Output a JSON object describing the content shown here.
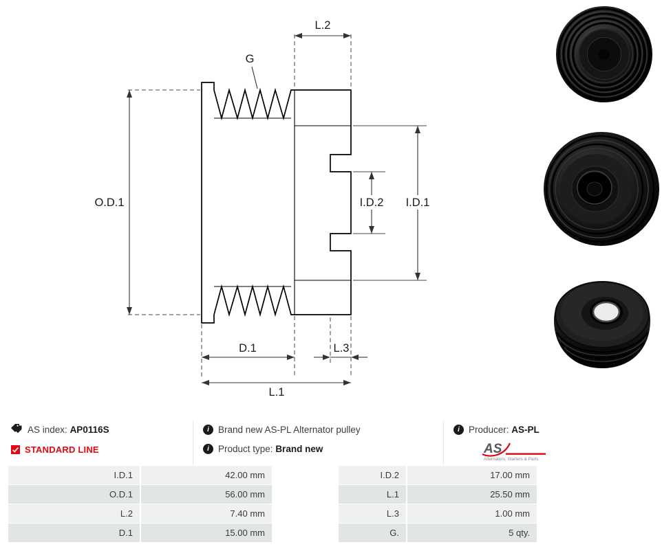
{
  "drawing": {
    "labels": {
      "od1": "O.D.1",
      "l2": "L.2",
      "g": "G",
      "id2": "I.D.2",
      "id1": "I.D.1",
      "d1": "D.1",
      "l3": "L.3",
      "l1": "L.1"
    }
  },
  "info": {
    "as_index_label": "AS index:",
    "as_index_value": "AP0116S",
    "standard_line": "STANDARD LINE",
    "description": "Brand new AS-PL Alternator pulley",
    "product_type_label": "Product type:",
    "product_type_value": "Brand new",
    "producer_label": "Producer:",
    "producer_value": "AS-PL",
    "logo_text": "AS",
    "logo_subtext": "Alternators, Starters & Parts"
  },
  "specs": {
    "rows": [
      {
        "label1": "I.D.1",
        "value1": "42.00 mm",
        "label2": "I.D.2",
        "value2": "17.00 mm"
      },
      {
        "label1": "O.D.1",
        "value1": "56.00 mm",
        "label2": "L.1",
        "value2": "25.50 mm"
      },
      {
        "label1": "L.2",
        "value1": "7.40 mm",
        "label2": "L.3",
        "value2": "1.00 mm"
      },
      {
        "label1": "D.1",
        "value1": "15.00 mm",
        "label2": "G.",
        "value2": "5 qty."
      }
    ]
  },
  "colors": {
    "accent_red": "#e30613",
    "line_black": "#000000"
  }
}
